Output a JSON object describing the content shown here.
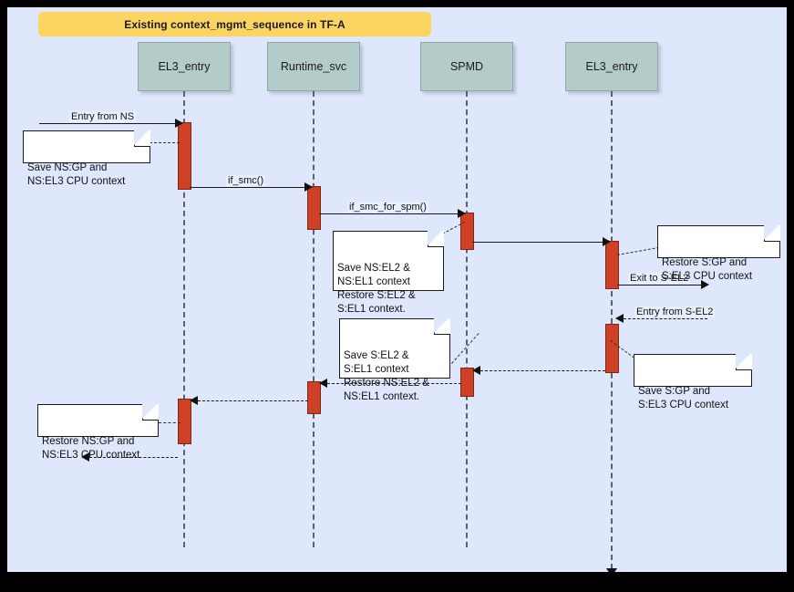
{
  "diagram": {
    "title": "Existing context_mgmt_sequence in TF-A",
    "background_color": "#dee7fb",
    "title_banner_color": "#fcd462",
    "participant_color": "#b3cbc9",
    "activation_color": "#ce4125",
    "note_color": "#ffffff"
  },
  "participants": [
    {
      "id": "el3_entry_ns",
      "label": "EL3_entry"
    },
    {
      "id": "runtime_svc",
      "label": "Runtime_svc"
    },
    {
      "id": "spmd",
      "label": "SPMD"
    },
    {
      "id": "el3_entry_s",
      "label": "EL3_entry"
    }
  ],
  "messages": [
    {
      "id": "m1",
      "label": "Entry from NS",
      "style": "solid",
      "direction": "right"
    },
    {
      "id": "m2",
      "label": "if_smc()",
      "style": "solid",
      "direction": "right"
    },
    {
      "id": "m3",
      "label": "if_smc_for_spm()",
      "style": "solid",
      "direction": "right"
    },
    {
      "id": "m4",
      "label": "",
      "style": "solid",
      "direction": "right"
    },
    {
      "id": "m5",
      "label": "Exit to S-EL2",
      "style": "solid",
      "direction": "right"
    },
    {
      "id": "m6",
      "label": "Entry from S-EL2",
      "style": "dashed",
      "direction": "left"
    },
    {
      "id": "m7",
      "label": "",
      "style": "dashed",
      "direction": "left"
    },
    {
      "id": "m8",
      "label": "",
      "style": "dashed",
      "direction": "left"
    },
    {
      "id": "m9",
      "label": "",
      "style": "dashed",
      "direction": "left"
    },
    {
      "id": "m10",
      "label": "",
      "style": "dashed",
      "direction": "left"
    }
  ],
  "notes": [
    {
      "id": "n1",
      "text": "Save NS:GP and\nNS:EL3 CPU context"
    },
    {
      "id": "n2",
      "text": "Save NS:EL2 &\nNS:EL1 context\nRestore S:EL2 &\nS:EL1 context."
    },
    {
      "id": "n3",
      "text": "Restore S:GP and\nS:EL3 CPU context"
    },
    {
      "id": "n4",
      "text": "Save S:EL2 &\nS:EL1 context\nRestore NS:EL2 &\nNS:EL1 context."
    },
    {
      "id": "n5",
      "text": "Save S:GP and\nS:EL3 CPU context"
    },
    {
      "id": "n6",
      "text": "Restore NS:GP and\nNS:EL3 CPU context"
    }
  ]
}
